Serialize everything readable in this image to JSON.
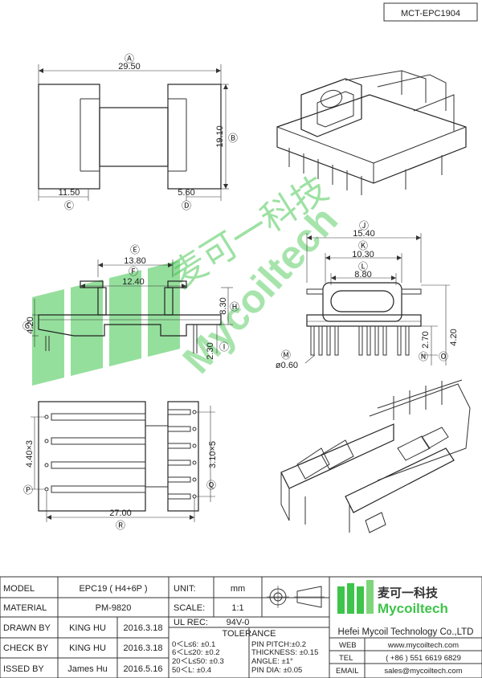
{
  "drawing_number": "MCT-EPC1904",
  "dimensions": {
    "A": {
      "symbol": "Ⓐ",
      "value": "29.50"
    },
    "B": {
      "symbol": "Ⓑ",
      "value": "19.10"
    },
    "C": {
      "symbol": "Ⓒ",
      "value": "11.50"
    },
    "D": {
      "symbol": "Ⓓ",
      "value": "5.60"
    },
    "E": {
      "symbol": "Ⓔ",
      "value": "13.80"
    },
    "F": {
      "symbol": "Ⓕ",
      "value": "12.40"
    },
    "G": {
      "symbol": "Ⓖ",
      "value": "4.20"
    },
    "H": {
      "symbol": "Ⓗ",
      "value": "8.30"
    },
    "I": {
      "symbol": "Ⓘ",
      "value": "2.30"
    },
    "J": {
      "symbol": "Ⓙ",
      "value": "15.40"
    },
    "K": {
      "symbol": "Ⓚ",
      "value": "10.30"
    },
    "L": {
      "symbol": "Ⓛ",
      "value": "8.80"
    },
    "M": {
      "symbol": "Ⓜ",
      "value": "ø0.60"
    },
    "N": {
      "symbol": "Ⓝ",
      "value": "2.70"
    },
    "O": {
      "symbol": "Ⓞ",
      "value": "4.20"
    },
    "P": {
      "symbol": "Ⓟ",
      "value": "4.40×3"
    },
    "Q": {
      "symbol": "Ⓠ",
      "value": "3.10×5"
    },
    "R": {
      "symbol": "Ⓡ",
      "value": "27.00"
    }
  },
  "watermark": {
    "chinese": "麦可一科技",
    "latin": "Mycoiltech"
  },
  "title_block": {
    "model_label": "MODEL",
    "model_value": "EPC19 ( H4+6P )",
    "material_label": "MATERIAL",
    "material_value": "PM-9820",
    "drawn_label": "DRAWN BY",
    "drawn_name": "KING HU",
    "drawn_date": "2016.3.18",
    "check_label": "CHECK BY",
    "check_name": "KING HU",
    "check_date": "2016.3.18",
    "issued_label": "ISSED BY",
    "issued_name": "James Hu",
    "issued_date": "2016.5.16",
    "unit_label": "UNIT:",
    "unit_value": "mm",
    "scale_label": "SCALE:",
    "scale_value": "1:1",
    "ul_label": "UL REC:",
    "ul_value": "94V-0",
    "tolerance_label": "TOLERANCE",
    "tol_1": "0＜L≤6: ±0.1",
    "tol_2": "6＜L≤20: ±0.2",
    "tol_3": "20＜L≤50: ±0.3",
    "tol_4": "50＜L: ±0.4",
    "pin_pitch": "PIN PITCH:±0.2",
    "thickness": "THICKNESS: ±0.15",
    "angle": "ANGLE: ±1°",
    "pin_dia": "PIN DIA: ±0.05",
    "logo_cn": "麦可一科技",
    "logo_en": "Mycoiltech",
    "company": "Hefei Mycoil Technology Co.,LTD",
    "web_label": "WEB",
    "web_value": "www.mycoiltech.com",
    "tel_label": "TEL",
    "tel_value": "( +86 ) 551 6619 6829",
    "email_label": "EMAIL",
    "email_value": "sales@mycoiltech.com"
  },
  "colors": {
    "brand_green": "#3ec44a",
    "line": "#333333"
  }
}
